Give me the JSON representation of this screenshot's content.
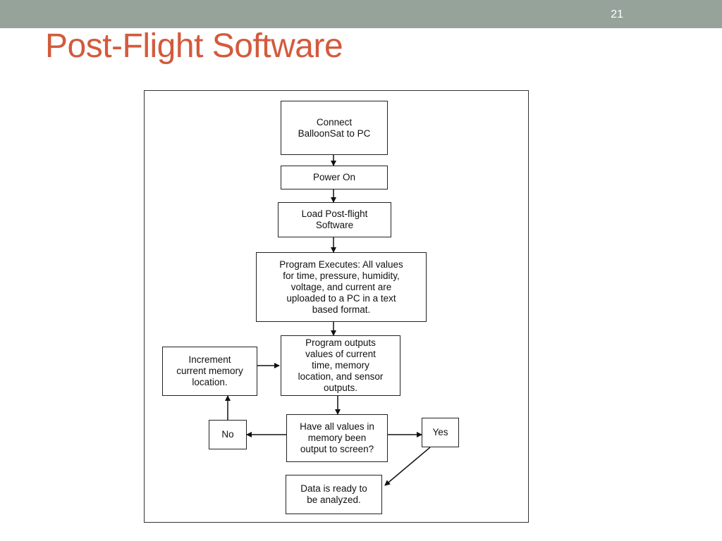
{
  "slide": {
    "number": "21",
    "title": "Post-Flight Software"
  },
  "flowchart": {
    "nodes": {
      "connect": "Connect\nBalloonSat to PC",
      "power_on": "Power On",
      "load_software": "Load Post-flight\nSoftware",
      "program_executes": "Program Executes: All values\nfor time, pressure, humidity,\nvoltage, and current are\nuploaded to a PC in a text\nbased format.",
      "program_outputs": "Program outputs\nvalues of current\ntime, memory\nlocation, and sensor\noutputs.",
      "increment": "Increment\ncurrent memory\nlocation.",
      "decision": "Have all values in\nmemory been\noutput to screen?",
      "no": "No",
      "yes": "Yes",
      "ready": "Data is ready to\nbe analyzed."
    },
    "colors": {
      "line": "#111111",
      "title": "#d35a3c",
      "top_bar": "#95a39a"
    }
  }
}
